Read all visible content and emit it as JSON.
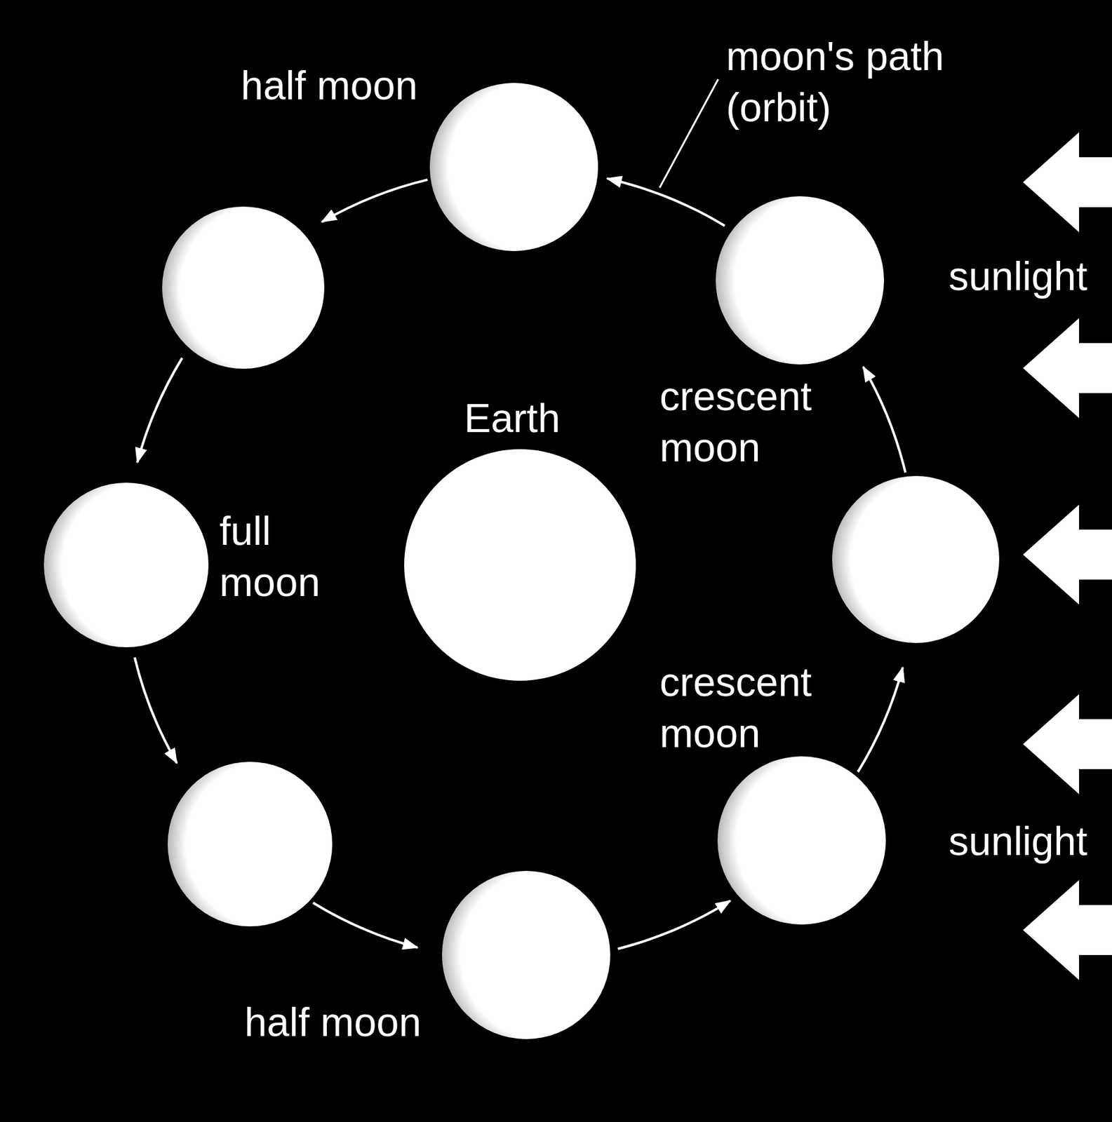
{
  "diagram": {
    "nodes": [
      {
        "text": [
          "half moon"
        ]
      },
      {
        "text": [
          "crescent moon"
        ]
      },
      {
        "text": [
          "Earth"
        ]
      },
      {
        "text": [
          "full moon"
        ]
      },
      {
        "text": [
          "crescent moon"
        ]
      },
      {
        "text": [
          "half moon"
        ]
      }
    ],
    "edges": [
      {
        "from": 1,
        "to": 0,
        "arrow": "to"
      },
      {
        "from": 5,
        "to": 4,
        "arrow": "to"
      }
    ],
    "labels": [
      "moon's path (orbit)",
      "sunlight",
      "sunlight"
    ]
  }
}
